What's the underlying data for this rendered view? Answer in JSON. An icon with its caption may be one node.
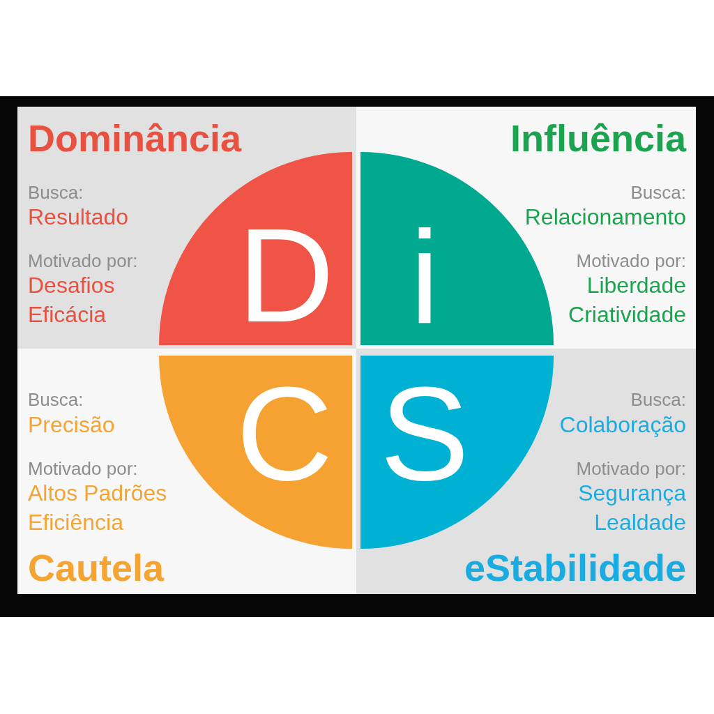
{
  "diagram": {
    "nodes": [
      {
        "text": [
          "Dominância",
          "Busca:",
          "Resultado",
          "Motivado por:",
          "Desafios",
          "Eficácia"
        ]
      },
      {
        "text": [
          "D"
        ],
        "in": 0
      },
      {
        "text": [
          "Influência",
          "Busca:",
          "Relacionamento",
          "Motivado por:",
          "Liberdade",
          "Criatividade"
        ]
      },
      {
        "text": [
          "i"
        ],
        "in": 2
      },
      {
        "text": [
          "Busca:",
          "Precisão",
          "Motivado por:",
          "Altos Padrões",
          "Eficiência",
          "Cautela"
        ]
      },
      {
        "text": [
          "C"
        ],
        "in": 4
      },
      {
        "text": [
          "Busca:",
          "Colaboração",
          "Motivado por:",
          "Segurança",
          "Lealdade",
          "eStabilidade"
        ]
      },
      {
        "text": [
          "S"
        ],
        "in": 6
      }
    ]
  }
}
